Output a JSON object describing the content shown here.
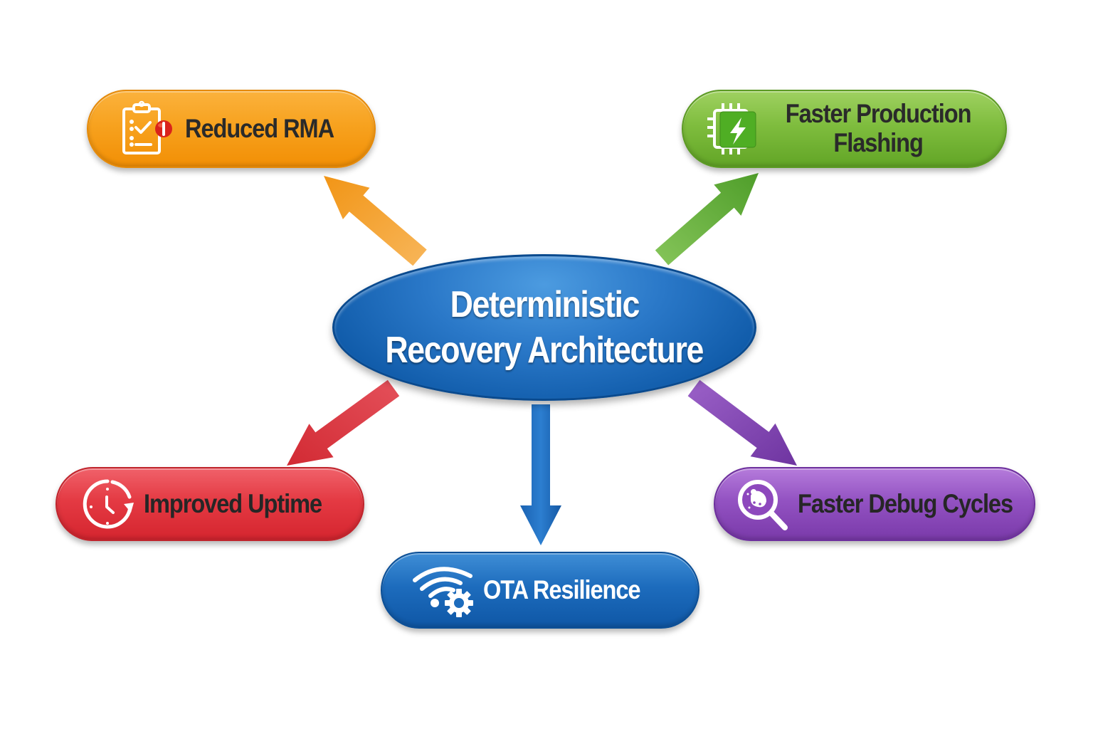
{
  "diagram": {
    "type": "hub-and-spoke",
    "center": {
      "lines": [
        "Deterministic",
        "Recovery Architecture"
      ],
      "color": "#1a66b8"
    },
    "nodes": [
      {
        "id": "rma",
        "lines": [
          "Reduced RMA"
        ],
        "icon": "clipboard-checklist-alert-icon",
        "color": "#f7a21f",
        "text_color": "#2a2a2a",
        "direction": "up-left"
      },
      {
        "id": "flash",
        "lines": [
          "Faster Production",
          "Flashing"
        ],
        "icon": "chip-lightning-icon",
        "color": "#7fbd3e",
        "text_color": "#2a2a2a",
        "direction": "up-right"
      },
      {
        "id": "uptime",
        "lines": [
          "Improved Uptime"
        ],
        "icon": "clock-refresh-icon",
        "color": "#e43a43",
        "text_color": "#262626",
        "direction": "down-left"
      },
      {
        "id": "ota",
        "lines": [
          "OTA Resilience"
        ],
        "icon": "wifi-gear-icon",
        "color": "#1d6cbd",
        "text_color": "#ffffff",
        "direction": "down"
      },
      {
        "id": "debug",
        "lines": [
          "Faster Debug Cycles"
        ],
        "icon": "magnifier-bug-icon",
        "color": "#9352c2",
        "text_color": "#262626",
        "direction": "down-right"
      }
    ],
    "edges": [
      {
        "from": "center",
        "to": "rma",
        "color": "#f5a733"
      },
      {
        "from": "center",
        "to": "flash",
        "color": "#6cb33f"
      },
      {
        "from": "center",
        "to": "uptime",
        "color": "#dd3540"
      },
      {
        "from": "center",
        "to": "ota",
        "color": "#1a66b8"
      },
      {
        "from": "center",
        "to": "debug",
        "color": "#7f43ad"
      }
    ]
  }
}
